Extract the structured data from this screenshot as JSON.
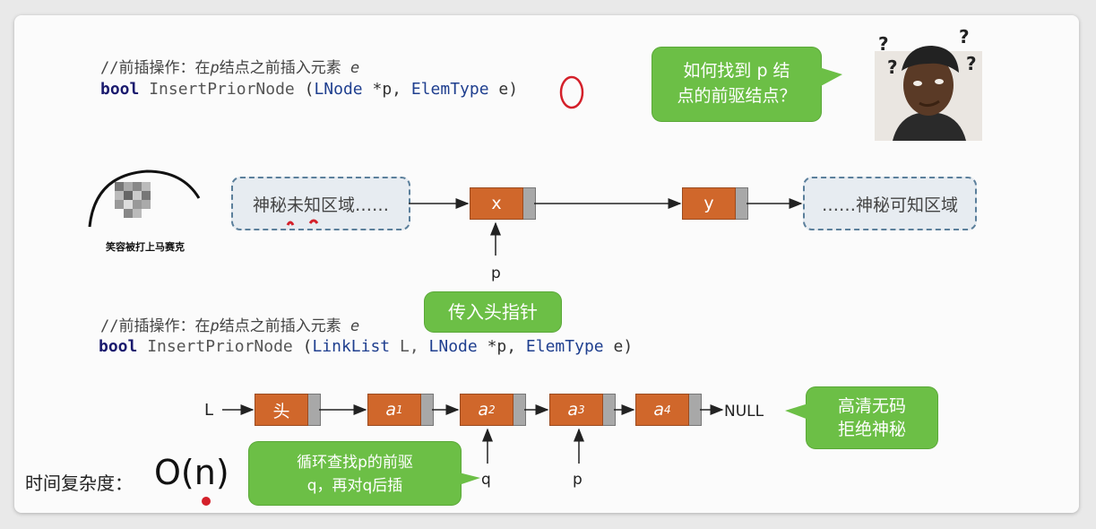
{
  "section1": {
    "comment_prefix": "//前插操作：在",
    "comment_p": "p",
    "comment_suffix": "结点之前插入元素",
    "comment_e": "e",
    "code_kw": "bool",
    "code_fn": "InsertPriorNode",
    "code_open": "(",
    "code_type1": "LNode",
    "code_arg1": "*p,",
    "code_type2": "ElemType",
    "code_arg2": "e",
    "code_close": ")"
  },
  "question_bubble": {
    "line1": "如何找到 p 结",
    "line2": "点的前驱结点？"
  },
  "meme_caption": "笑容被打上马赛克",
  "question_marks": [
    "?",
    "?",
    "?",
    "?"
  ],
  "diagram1": {
    "left_region": "神秘未知区域……",
    "node_x": "x",
    "node_y": "y",
    "right_region": "……神秘可知区域",
    "pointer_p": "p"
  },
  "head_bubble": {
    "text": "传入头指针"
  },
  "section2": {
    "comment_prefix": "//前插操作：在",
    "comment_p": "p",
    "comment_suffix": "结点之前插入元素",
    "comment_e": "e",
    "code_kw": "bool",
    "code_fn": "InsertPriorNode",
    "code_open": "(",
    "code_type1": "LinkList",
    "code_arg1": "L,",
    "code_type2": "LNode",
    "code_arg2": "*p,",
    "code_type3": "ElemType",
    "code_arg3": "e",
    "code_close": ")"
  },
  "diagram2": {
    "label_L": "L",
    "head_node": "头",
    "nodes": [
      {
        "base": "a",
        "sub": "1"
      },
      {
        "base": "a",
        "sub": "2"
      },
      {
        "base": "a",
        "sub": "3"
      },
      {
        "base": "a",
        "sub": "4"
      }
    ],
    "null_label": "NULL",
    "pointer_q": "q",
    "pointer_p": "p"
  },
  "hd_bubble": {
    "line1": "高清无码",
    "line2": "拒绝神秘"
  },
  "loop_bubble": {
    "line1": "循环查找p的前驱",
    "line2": "q，再对q后插"
  },
  "complexity": {
    "label": "时间复杂度：",
    "value": "O(n)"
  },
  "colors": {
    "bubble_green": "#6cbf46",
    "node_orange": "#d0672b",
    "node_gray": "#a8a8a8",
    "dash_blue": "#5b7f9b",
    "annotation_red": "#d4202a"
  }
}
